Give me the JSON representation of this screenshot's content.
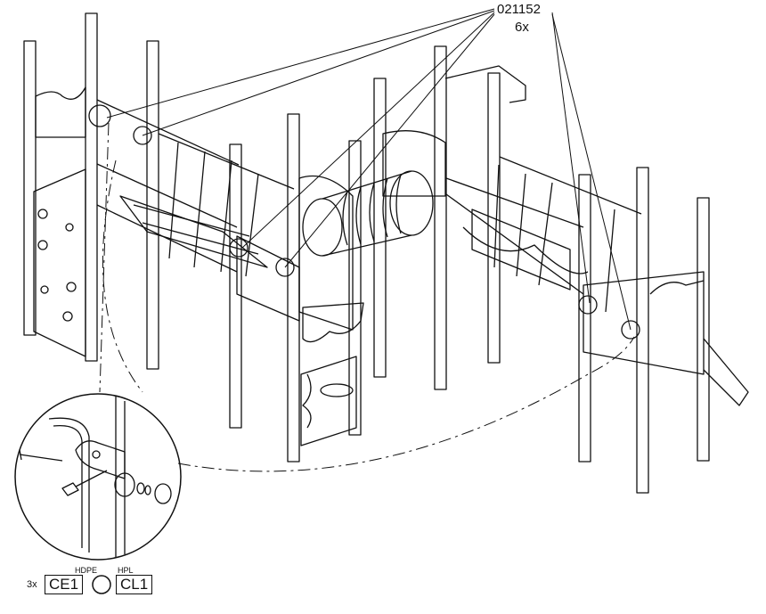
{
  "callout": {
    "part_number": "021152",
    "quantity": "6x"
  },
  "legend": {
    "multiplier": "3x",
    "materials": [
      {
        "label": "HDPE",
        "code": "CE1"
      },
      {
        "label": "HPL",
        "code": "CL1"
      }
    ]
  }
}
